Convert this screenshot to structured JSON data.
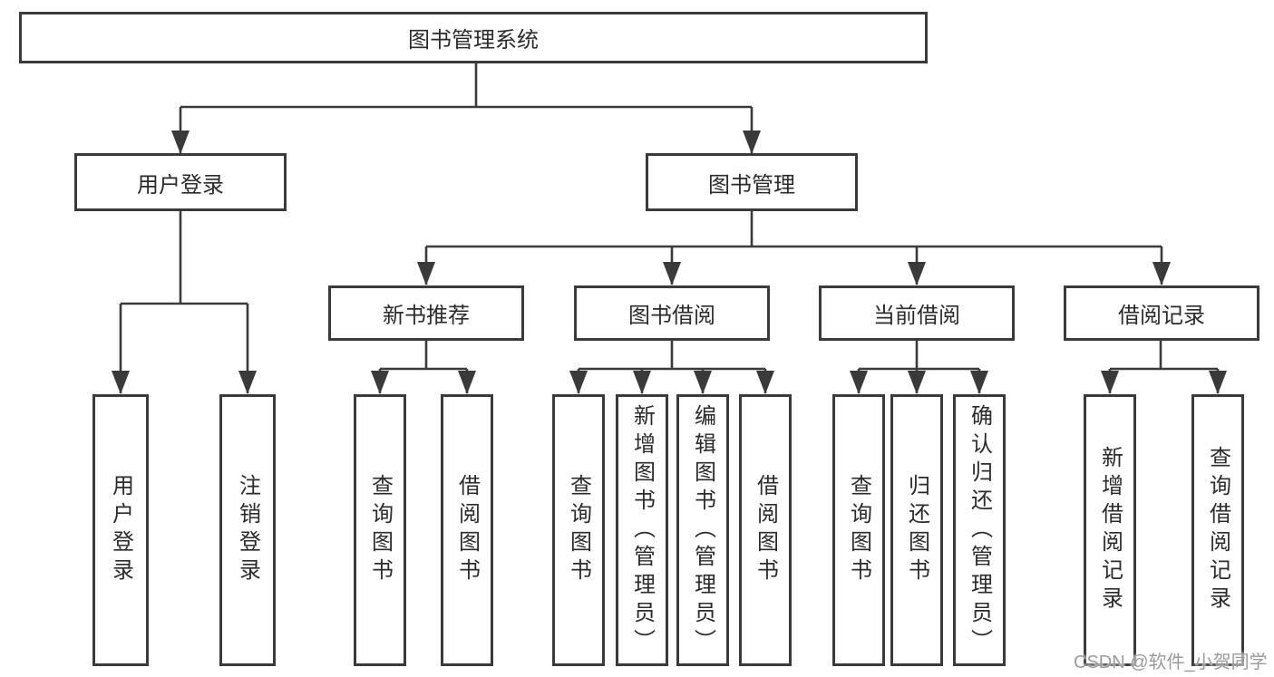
{
  "diagram": {
    "root": {
      "label": "图书管理系统"
    },
    "branches": [
      {
        "label": "用户登录",
        "children": [
          {
            "label": "用户登录"
          },
          {
            "label": "注销登录"
          }
        ]
      },
      {
        "label": "图书管理",
        "children": [
          {
            "label": "新书推荐",
            "children": [
              {
                "label": "查询图书"
              },
              {
                "label": "借阅图书"
              }
            ]
          },
          {
            "label": "图书借阅",
            "children": [
              {
                "label": "查询图书"
              },
              {
                "label": "新增图书（管理员）"
              },
              {
                "label": "编辑图书（管理员）"
              },
              {
                "label": "借阅图书"
              }
            ]
          },
          {
            "label": "当前借阅",
            "children": [
              {
                "label": "查询图书"
              },
              {
                "label": "归还图书"
              },
              {
                "label": "确认归还（管理员）"
              }
            ]
          },
          {
            "label": "借阅记录",
            "children": [
              {
                "label": "新增借阅记录"
              },
              {
                "label": "查询借阅记录"
              }
            ]
          }
        ]
      }
    ]
  },
  "watermark": {
    "text": "CSDN @软件_小贺同学"
  },
  "colors": {
    "line": "#3a3a3a",
    "box_border": "#3a3a3a",
    "box_background": "#ffffff",
    "text": "#2b2b2b",
    "watermark": "#9b9b9b",
    "page_background": "#ffffff"
  }
}
